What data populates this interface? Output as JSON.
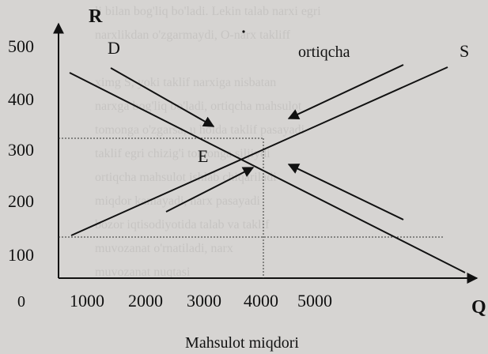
{
  "diagram": {
    "y_axis_label": "R",
    "x_axis_label": "Q",
    "x_axis_title": "Mahsulot miqdori",
    "origin_label": "0",
    "demand_label": "D",
    "supply_label": "S",
    "equilibrium_label": "E",
    "surplus_label": "ortiqcha",
    "y_ticks": [
      "500",
      "400",
      "300",
      "200",
      "100"
    ],
    "x_ticks": [
      "1000",
      "2000",
      "3000",
      "4000",
      "5000"
    ]
  },
  "background_text": [
    "li bilan bog'liq bo'ladi. Lekin talab narxi egri",
    "narxlikdan o'zgarmaydi, O-narx takliff",
    "",
    "ximg S, yoki taklif narxiga nisbatan",
    "narxga bog'liq bo'ladi, ortiqcha mahsulot",
    "tomonga o'zgarsa, u holda taklif pasayadi",
    "taklif egri chizig'i tomonga siljiydi",
    "ortiqcha mahsulot ishlab chiqariladi",
    "miqdor kamayadi, narx pasayadi",
    "bozor iqtisodiyotida talab va taklif",
    "muvozanat o'rnatiladi, narx",
    "muvozanat nuqtasi"
  ]
}
